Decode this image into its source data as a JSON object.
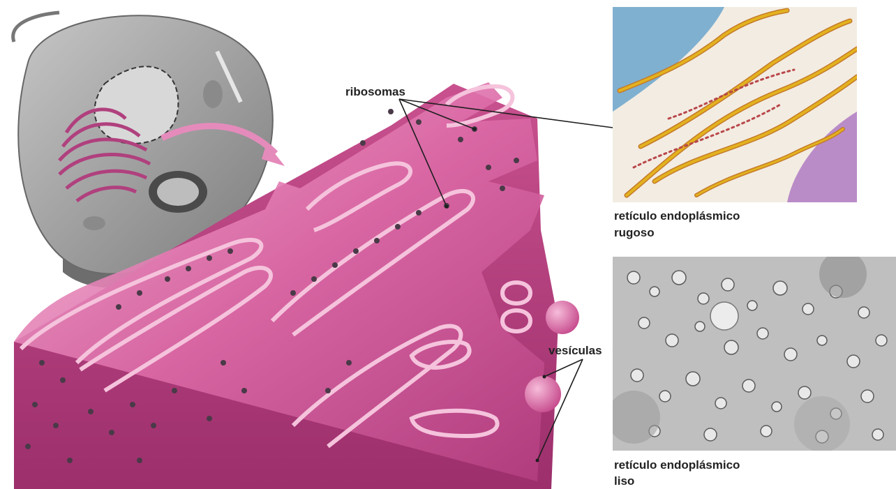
{
  "labels": {
    "ribosomes": "ribosomas",
    "vesicles": "vesículas",
    "rough_er_line1": "retículo endoplásmico",
    "rough_er_line2": "rugoso",
    "smooth_er_line1": "retículo endoplásmico",
    "smooth_er_line2": "liso"
  },
  "colors": {
    "membrane_pink": "#d95fa0",
    "membrane_light": "#f0a9cd",
    "cell_gray": "#9a9a9a",
    "ribosome": "#4a3a48",
    "rough_yellow": "#e3b21f",
    "nucleus_blue": "#7fb0d0",
    "nucleus_purple": "#b98cc8",
    "smooth_gray": "#c9c9c9"
  }
}
